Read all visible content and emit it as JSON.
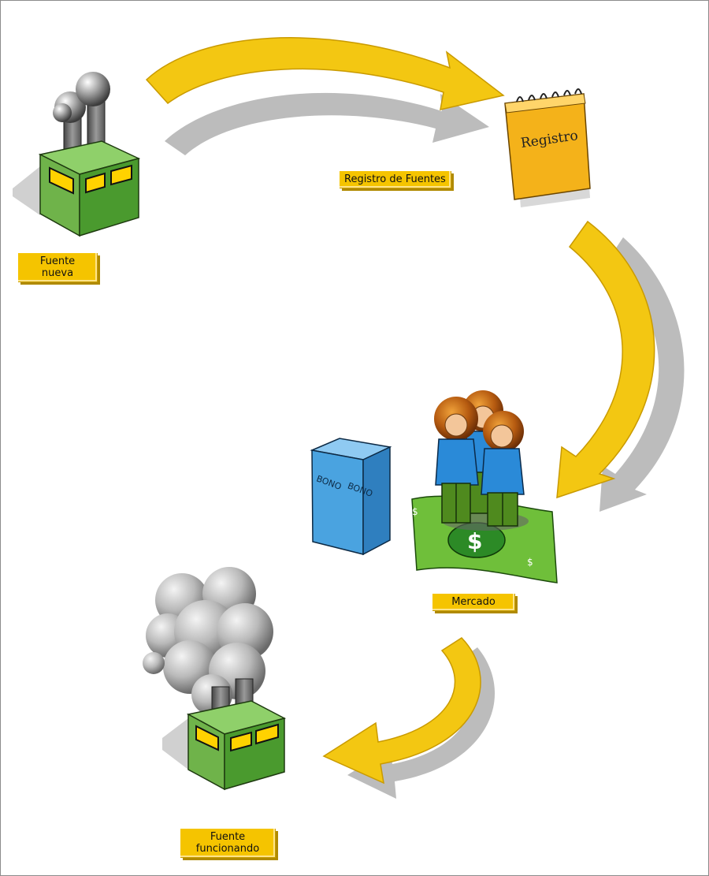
{
  "labels": {
    "registro": "Registro de Fuentes",
    "nueva_line1": "Fuente",
    "nueva_line2": "nueva",
    "mercado": "Mercado",
    "func_line1": "Fuente",
    "func_line2": "funcionando"
  },
  "illustrations": {
    "notepad_text": "Registro",
    "bond_text": "BONO",
    "bill_symbol": "$",
    "bill_corner": "$"
  },
  "icons": [
    "factory-icon",
    "notepad-icon",
    "bond-box-icon",
    "people-icon",
    "money-bill-icon",
    "smoking-factory-icon",
    "arrow-icon"
  ],
  "colors": {
    "arrow": "#f3c712",
    "arrow_shadow": "#b5b5b5",
    "label": "#f5c400",
    "factory_green": "#6fb34a",
    "notepad": "#f4b21a",
    "bond_blue": "#4aa3e0",
    "bill_green": "#6fbf3a"
  }
}
